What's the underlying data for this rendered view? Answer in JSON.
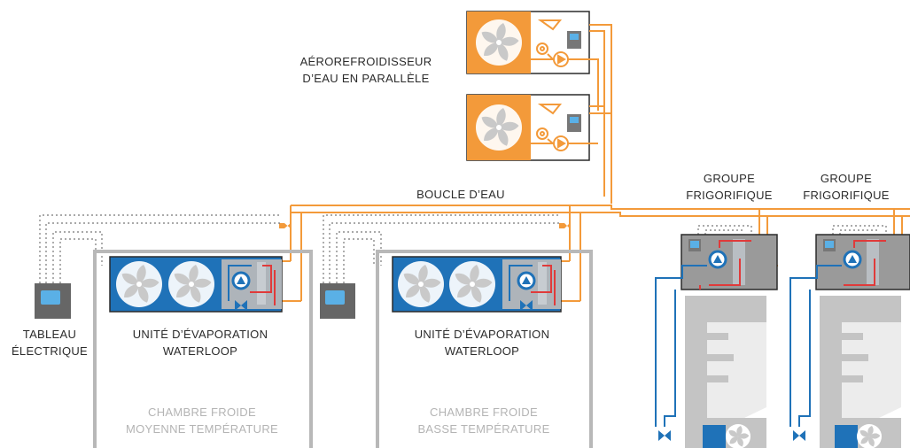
{
  "labels": {
    "aero_line1": "AÉROREFROIDISSEUR",
    "aero_line2": "D’EAU EN PARALLÈLE",
    "boucle": "BOUCLE D’EAU",
    "groupe1_line1": "GROUPE",
    "groupe1_line2": "FRIGORIFIQUE",
    "groupe2_line1": "GROUPE",
    "groupe2_line2": "FRIGORIFIQUE",
    "tableau_line1": "TABLEAU",
    "tableau_line2": "ÉLECTRIQUE",
    "unit1_line1": "UNITÉ D’ÉVAPORATION",
    "unit1_line2": "WATERLOOP",
    "unit2_line1": "UNITÉ D’ÉVAPORATION",
    "unit2_line2": "WATERLOOP",
    "chambre1_line1": "CHAMBRE FROIDE",
    "chambre1_line2": "MOYENNE TEMPÉRATURE",
    "chambre2_line1": "CHAMBRE FROIDE",
    "chambre2_line2": "BASSE TEMPÉRATURE"
  },
  "colors": {
    "water_loop": "#f39a3a",
    "evaporator_blue": "#1f72b8",
    "hot_line": "#e03a3a",
    "cold_line": "#1f72b8",
    "cabinet_grey": "#9a9a9a",
    "wall_grey": "#b8b8b8",
    "control_wire": "#777777",
    "screen_blue": "#5ab0e6"
  },
  "icons": {
    "fan": "fan-icon",
    "pump": "pump-icon",
    "valve": "valve-icon",
    "filter": "filter-icon",
    "controller": "controller-icon",
    "gauge": "gauge-icon"
  }
}
